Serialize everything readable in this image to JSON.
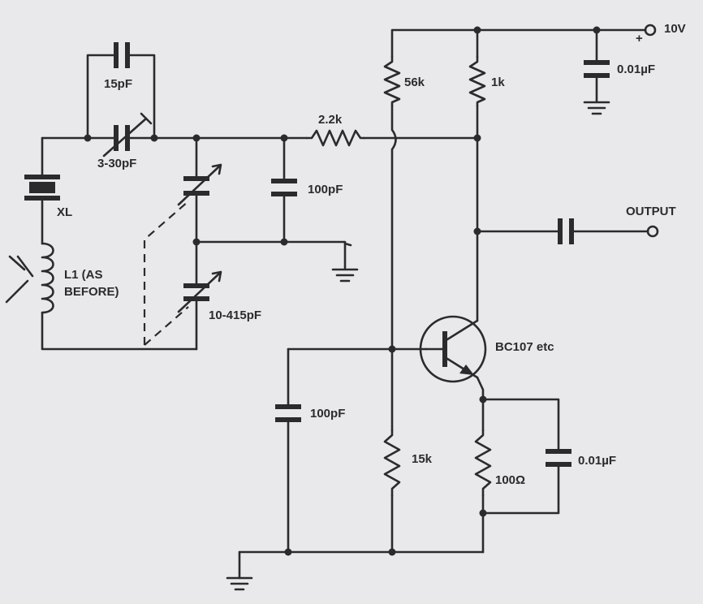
{
  "labels": {
    "supply": "10V",
    "supply_polarity": "+",
    "c_supply": "0.01µF",
    "r_56k": "56k",
    "r_1k": "1k",
    "r_2k2": "2.2k",
    "c_15pf": "15pF",
    "c_trim": "3-30pF",
    "crystal": "XL",
    "coil_line1": "L1 (AS",
    "coil_line2": "BEFORE)",
    "c_100pf_top": "100pF",
    "c_variable": "10-415pF",
    "output": "OUTPUT",
    "transistor": "BC107 etc",
    "c_100pf_bottom": "100pF",
    "r_15k": "15k",
    "r_100": "100Ω",
    "c_emitter": "0.01µF"
  },
  "colors": {
    "background": "#e9e8ea",
    "ink": "#2b2b2e"
  }
}
